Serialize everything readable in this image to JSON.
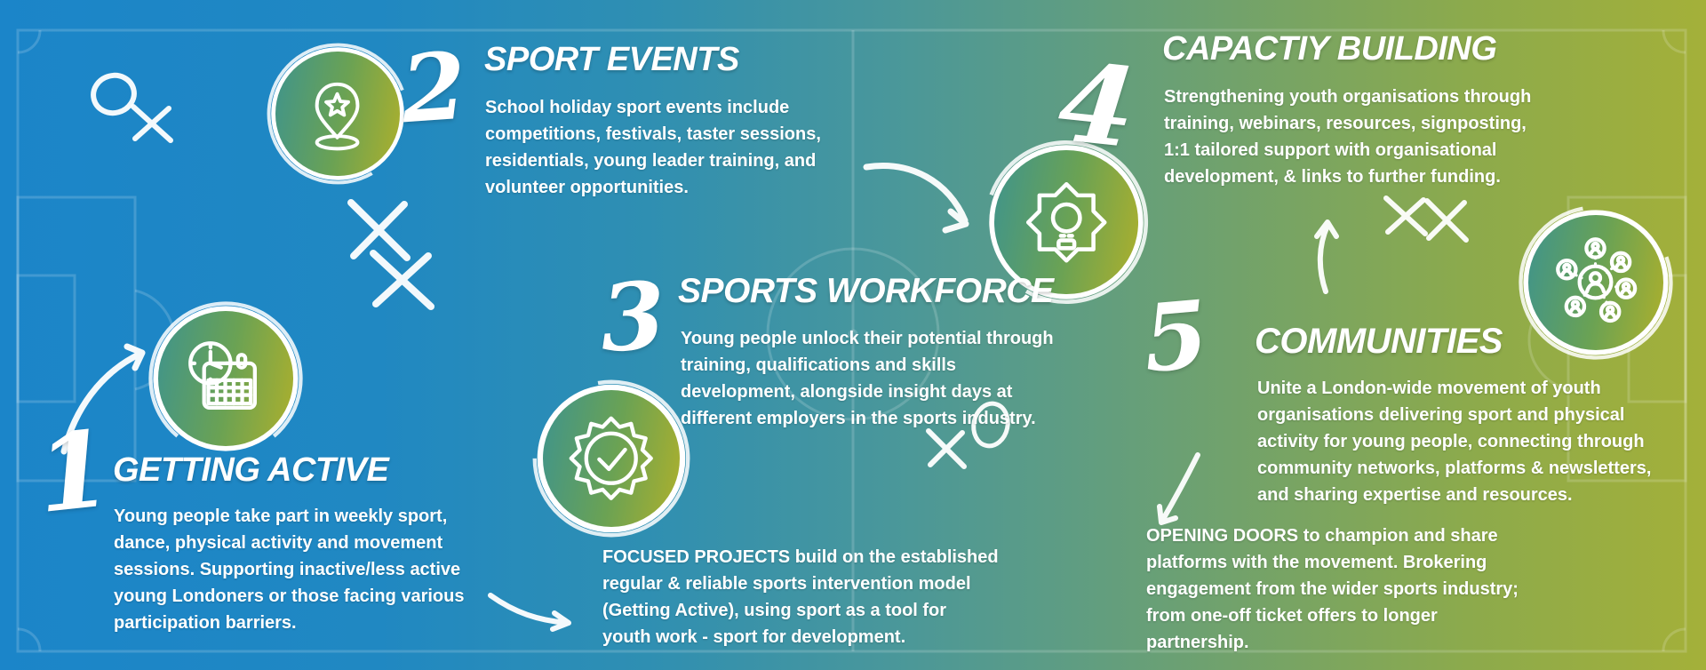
{
  "poster_theme": "football-pitch-chalkboard",
  "sections": [
    {
      "number": "1",
      "title": "GETTING ACTIVE",
      "body": "Young people take part in weekly sport,\ndance, physical activity and movement\nsessions. Supporting inactive/less active\nyoung Londoners or those facing various\nparticipation barriers.",
      "icon": "calendar-clock-icon"
    },
    {
      "number": "2",
      "title": "SPORT EVENTS",
      "body": "School holiday sport events include\ncompetitions, festivals, taster sessions,\nresidentials, young leader training, and\nvolunteer opportunities.",
      "icon": "location-pin-star-icon"
    },
    {
      "number": "3",
      "title": "SPORTS WORKFORCE",
      "body": "Young people unlock their potential through\ntraining, qualifications and skills\ndevelopment, alongside insight days at\ndifferent employers in the sports industry.",
      "icon": "badge-check-icon"
    },
    {
      "number": "4",
      "title": "CAPACTIY BUILDING",
      "body": "Strengthening youth organisations through\ntraining, webinars, resources, signposting,\n1:1 tailored support with organisational\ndevelopment, & links to further funding.",
      "icon": "gear-lightbulb-icon"
    },
    {
      "number": "5",
      "title": "COMMUNITIES",
      "body": "Unite a London-wide movement of youth\norganisations delivering sport and physical\nactivity for young people, connecting through\ncommunity networks, platforms & newsletters,\nand sharing expertise and resources.",
      "icon": "people-network-icon"
    }
  ],
  "notes": [
    {
      "id": "focused-projects",
      "text": "FOCUSED PROJECTS build on the established\nregular & reliable sports intervention model\n(Getting Active), using sport as a tool for\nyouth work - sport for development."
    },
    {
      "id": "opening-doors",
      "text": "OPENING DOORS to champion and share\nplatforms with the movement. Brokering\nengagement from the wider sports industry;\nfrom one-off ticket offers to longer\npartnership."
    }
  ],
  "colors": {
    "gradient_left_blue": "#1b85c9",
    "gradient_right_green": "#a4b039",
    "badge_teal": "#3f948c",
    "badge_olive": "#adb02c",
    "pitch_line": "rgba(255,255,255,0.17)",
    "text": "#ffffff"
  }
}
